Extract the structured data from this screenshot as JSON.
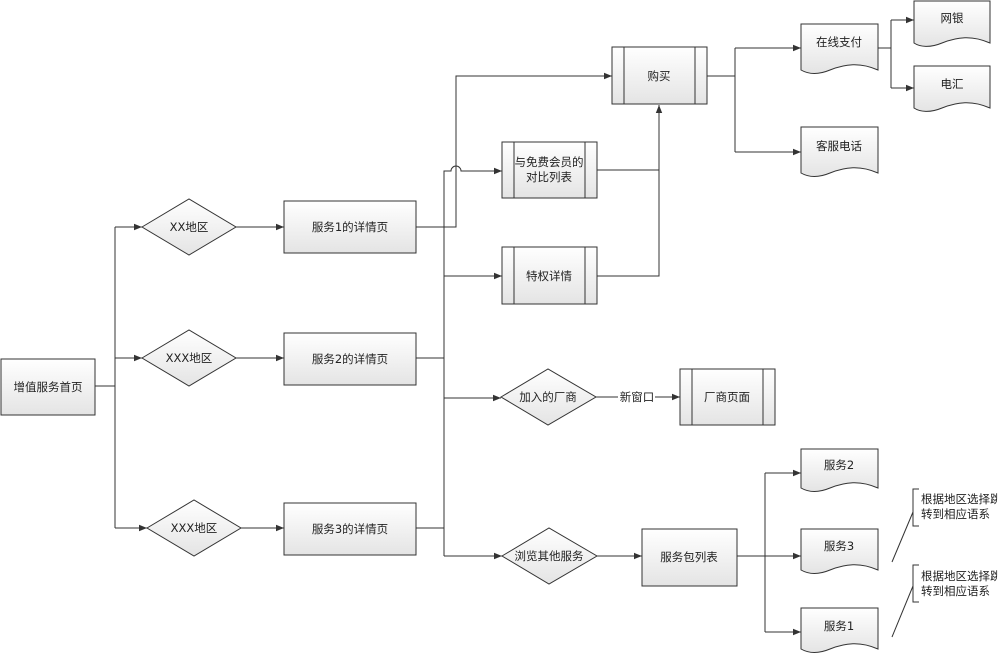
{
  "nodes": {
    "home": "增值服务首页",
    "region1": "XX地区",
    "region2": "XXX地区",
    "region3": "XXX地区",
    "detail1": "服务1的详情页",
    "detail2": "服务2的详情页",
    "detail3": "服务3的详情页",
    "buy": "购买",
    "compare_line1": "与免费会员的",
    "compare_line2": "对比列表",
    "privilege": "特权详情",
    "join_vendor": "加入的厂商",
    "vendor_page": "厂商页面",
    "browse_other": "浏览其他服务",
    "package_list": "服务包列表",
    "online_pay": "在线支付",
    "netbank": "网银",
    "wire": "电汇",
    "hotline": "客服电话",
    "svc2": "服务2",
    "svc3": "服务3",
    "svc1": "服务1",
    "note1_line1": "根据地区选择跳",
    "note1_line2": "转到相应语系",
    "note2_line1": "根据地区选择跳",
    "note2_line2": "转到相应语系"
  },
  "edge_labels": {
    "new_window": "新窗口"
  }
}
